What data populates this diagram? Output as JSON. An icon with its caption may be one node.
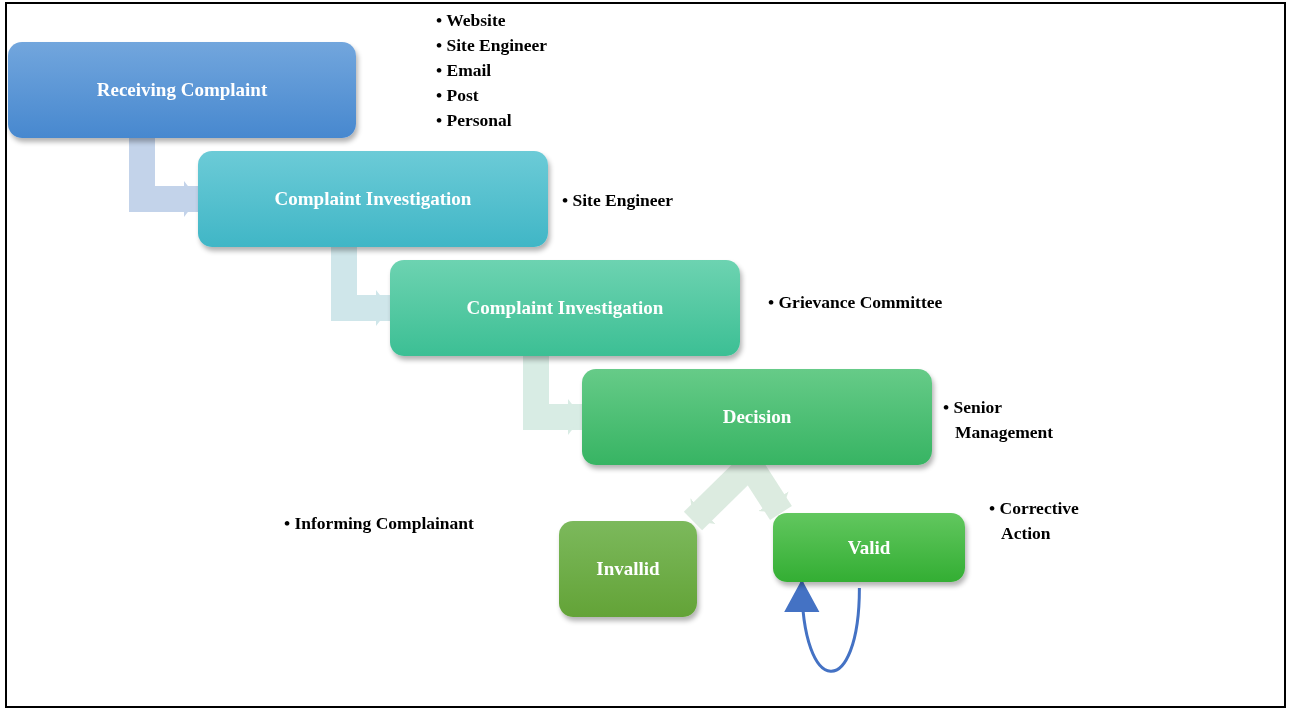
{
  "diagram": {
    "nodes": [
      {
        "text": [
          "Receiving Complaint"
        ],
        "beside": [
          "• Website",
          "• Site Engineer",
          "• Email",
          "• Post",
          "• Personal"
        ]
      },
      {
        "text": [
          "Complaint Investigation"
        ],
        "beside": [
          "• Site Engineer"
        ]
      },
      {
        "text": [
          "Complaint Investigation"
        ],
        "beside": [
          "• Grievance Committee"
        ]
      },
      {
        "text": [
          "Decision"
        ],
        "beside": [
          "• Senior Management"
        ]
      },
      {
        "text": [
          "Invallid"
        ]
      },
      {
        "text": [
          "Valid"
        ],
        "beside": [
          "• Corrective Action"
        ]
      }
    ],
    "labels": [
      "• Informing Complainant"
    ],
    "edges": [
      {
        "from": 0,
        "to": 1,
        "arrow": "to",
        "color": "#c3d3ea"
      },
      {
        "from": 1,
        "to": 2,
        "arrow": "to",
        "color": "#cfe6ea"
      },
      {
        "from": 2,
        "to": 3,
        "arrow": "to",
        "color": "#d8ece4"
      },
      {
        "from": 3,
        "to": 4,
        "arrow": "to",
        "color": "#dcebe0"
      },
      {
        "from": 3,
        "to": 5,
        "arrow": "to",
        "color": "#dcebe0"
      },
      {
        "from": null,
        "to": 5,
        "arrow": "to",
        "color": "#4472c4"
      }
    ]
  }
}
